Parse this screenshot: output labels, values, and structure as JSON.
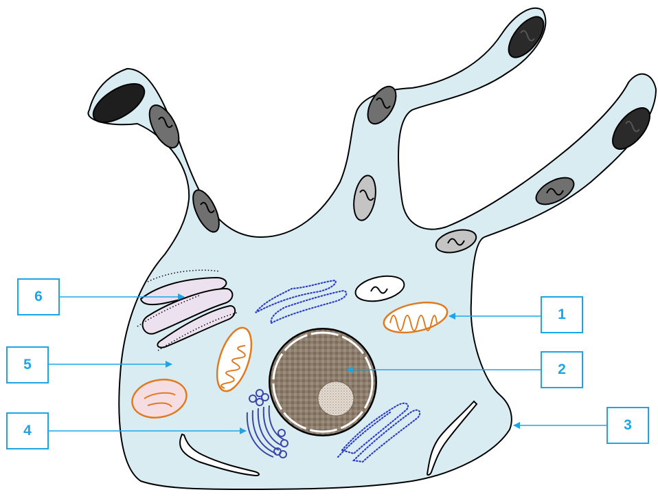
{
  "diagram": {
    "labels": [
      {
        "id": "label-1",
        "text": "1"
      },
      {
        "id": "label-2",
        "text": "2"
      },
      {
        "id": "label-3",
        "text": "3"
      },
      {
        "id": "label-4",
        "text": "4"
      },
      {
        "id": "label-5",
        "text": "5"
      },
      {
        "id": "label-6",
        "text": "6"
      }
    ],
    "colors": {
      "cytoplasm": "#d9ecf2",
      "outline": "#000000",
      "label_accent": "#1aa6e6",
      "mitochondria": "#e07a1f",
      "golgi": "#3a46a8",
      "er_dots": "#2f3fc9",
      "nucleus": "#8a7a6a",
      "nucleolus": "#d9cfc6",
      "rough_er": "#ece2ef",
      "dark_organelle": "#2a2a2a"
    }
  }
}
